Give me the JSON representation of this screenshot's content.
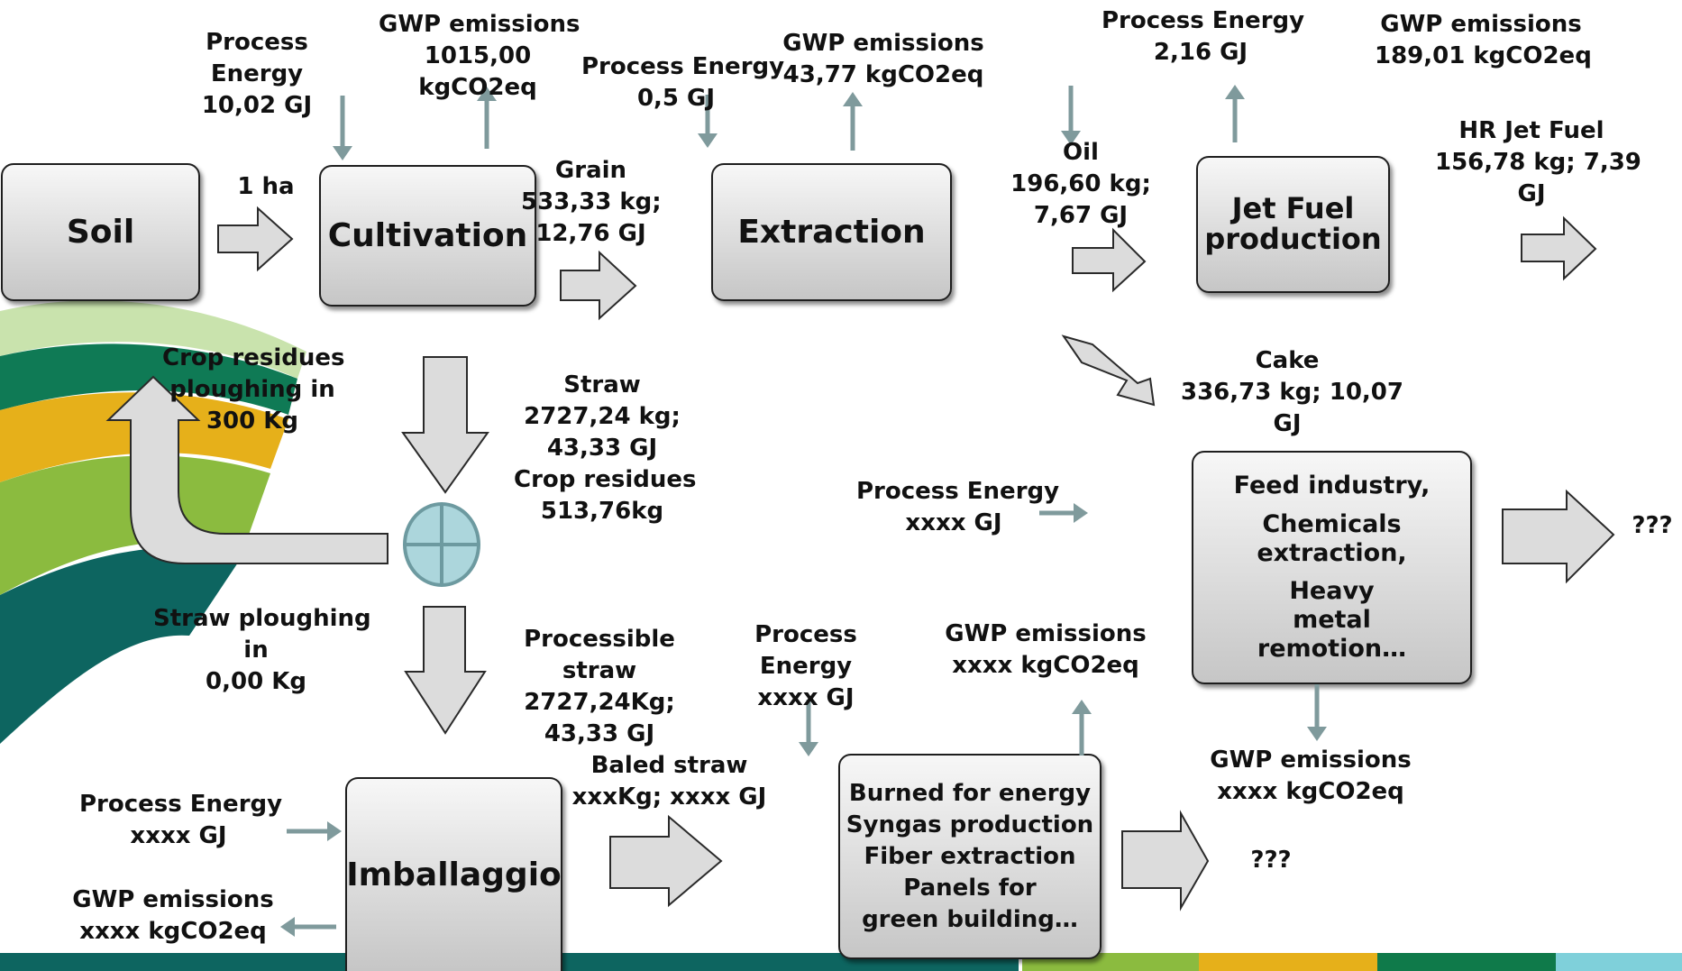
{
  "boxes": {
    "soil": "Soil",
    "cultivation": "Cultivation",
    "extraction": "Extraction",
    "jetfuel": [
      "Jet Fuel",
      "production"
    ],
    "feed": [
      "Feed industry,",
      "Chemicals extraction,",
      "Heavy metal remotion…"
    ],
    "imballaggio": "Imballaggio",
    "burned": [
      "Burned for energy",
      "Syngas production",
      "Fiber extraction",
      "Panels for green building…"
    ]
  },
  "labels": {
    "pe_cultivation": [
      "Process",
      "Energy",
      "10,02 GJ"
    ],
    "gwp_cultivation": [
      "GWP emissions",
      "1015,00",
      "kgCO2eq"
    ],
    "hectare": "1 ha",
    "grain": [
      "Grain",
      "533,33 kg;",
      "12,76 GJ"
    ],
    "pe_extraction": [
      "Process Energy",
      "0,5 GJ"
    ],
    "gwp_extraction": [
      "GWP emissions",
      "43,77 kgCO2eq"
    ],
    "oil": [
      "Oil",
      "196,60 kg;",
      "7,67 GJ"
    ],
    "pe_jetfuel": [
      "Process Energy",
      "2,16 GJ"
    ],
    "gwp_jetfuel": [
      "GWP emissions",
      "189,01 kgCO2eq"
    ],
    "hr_jet_fuel": [
      "HR Jet Fuel",
      "156,78 kg; 7,39",
      "GJ"
    ],
    "crop_ploughing": [
      "Crop residues",
      "ploughing in",
      "300 Kg"
    ],
    "straw": [
      "Straw",
      "2727,24 kg;",
      "43,33 GJ",
      "Crop residues",
      "513,76kg"
    ],
    "cake": [
      "Cake",
      "336,73 kg; 10,07",
      "GJ"
    ],
    "pe_feed": [
      "Process Energy",
      "xxxx GJ"
    ],
    "feed_out": "???",
    "straw_ploughing": [
      "Straw ploughing",
      "in",
      "0,00 Kg"
    ],
    "processible_straw": [
      "Processible",
      "straw",
      "2727,24Kg;",
      "43,33 GJ"
    ],
    "pe_burned": [
      "Process",
      "Energy",
      "xxxx GJ"
    ],
    "gwp_burned": [
      "GWP emissions",
      "xxxx kgCO2eq"
    ],
    "gwp_feed": [
      "GWP emissions",
      "xxxx kgCO2eq"
    ],
    "baled_straw": [
      "Baled straw",
      "xxxKg; xxxx GJ"
    ],
    "pe_imballaggio": [
      "Process Energy",
      "xxxx GJ"
    ],
    "gwp_imballaggio": [
      "GWP emissions",
      "xxxx kgCO2eq"
    ],
    "burned_out": "???"
  },
  "colors": {
    "arrow_fill": "#dcdcdc",
    "arrow_stroke": "#2a2a2a",
    "thin_arrow": "#7f9a9c",
    "junction_fill": "#acd6dc",
    "footer": [
      "#0d6560",
      "#8bbb3f",
      "#e6b01a",
      "#0f7a4a",
      "#7fd0da"
    ]
  }
}
